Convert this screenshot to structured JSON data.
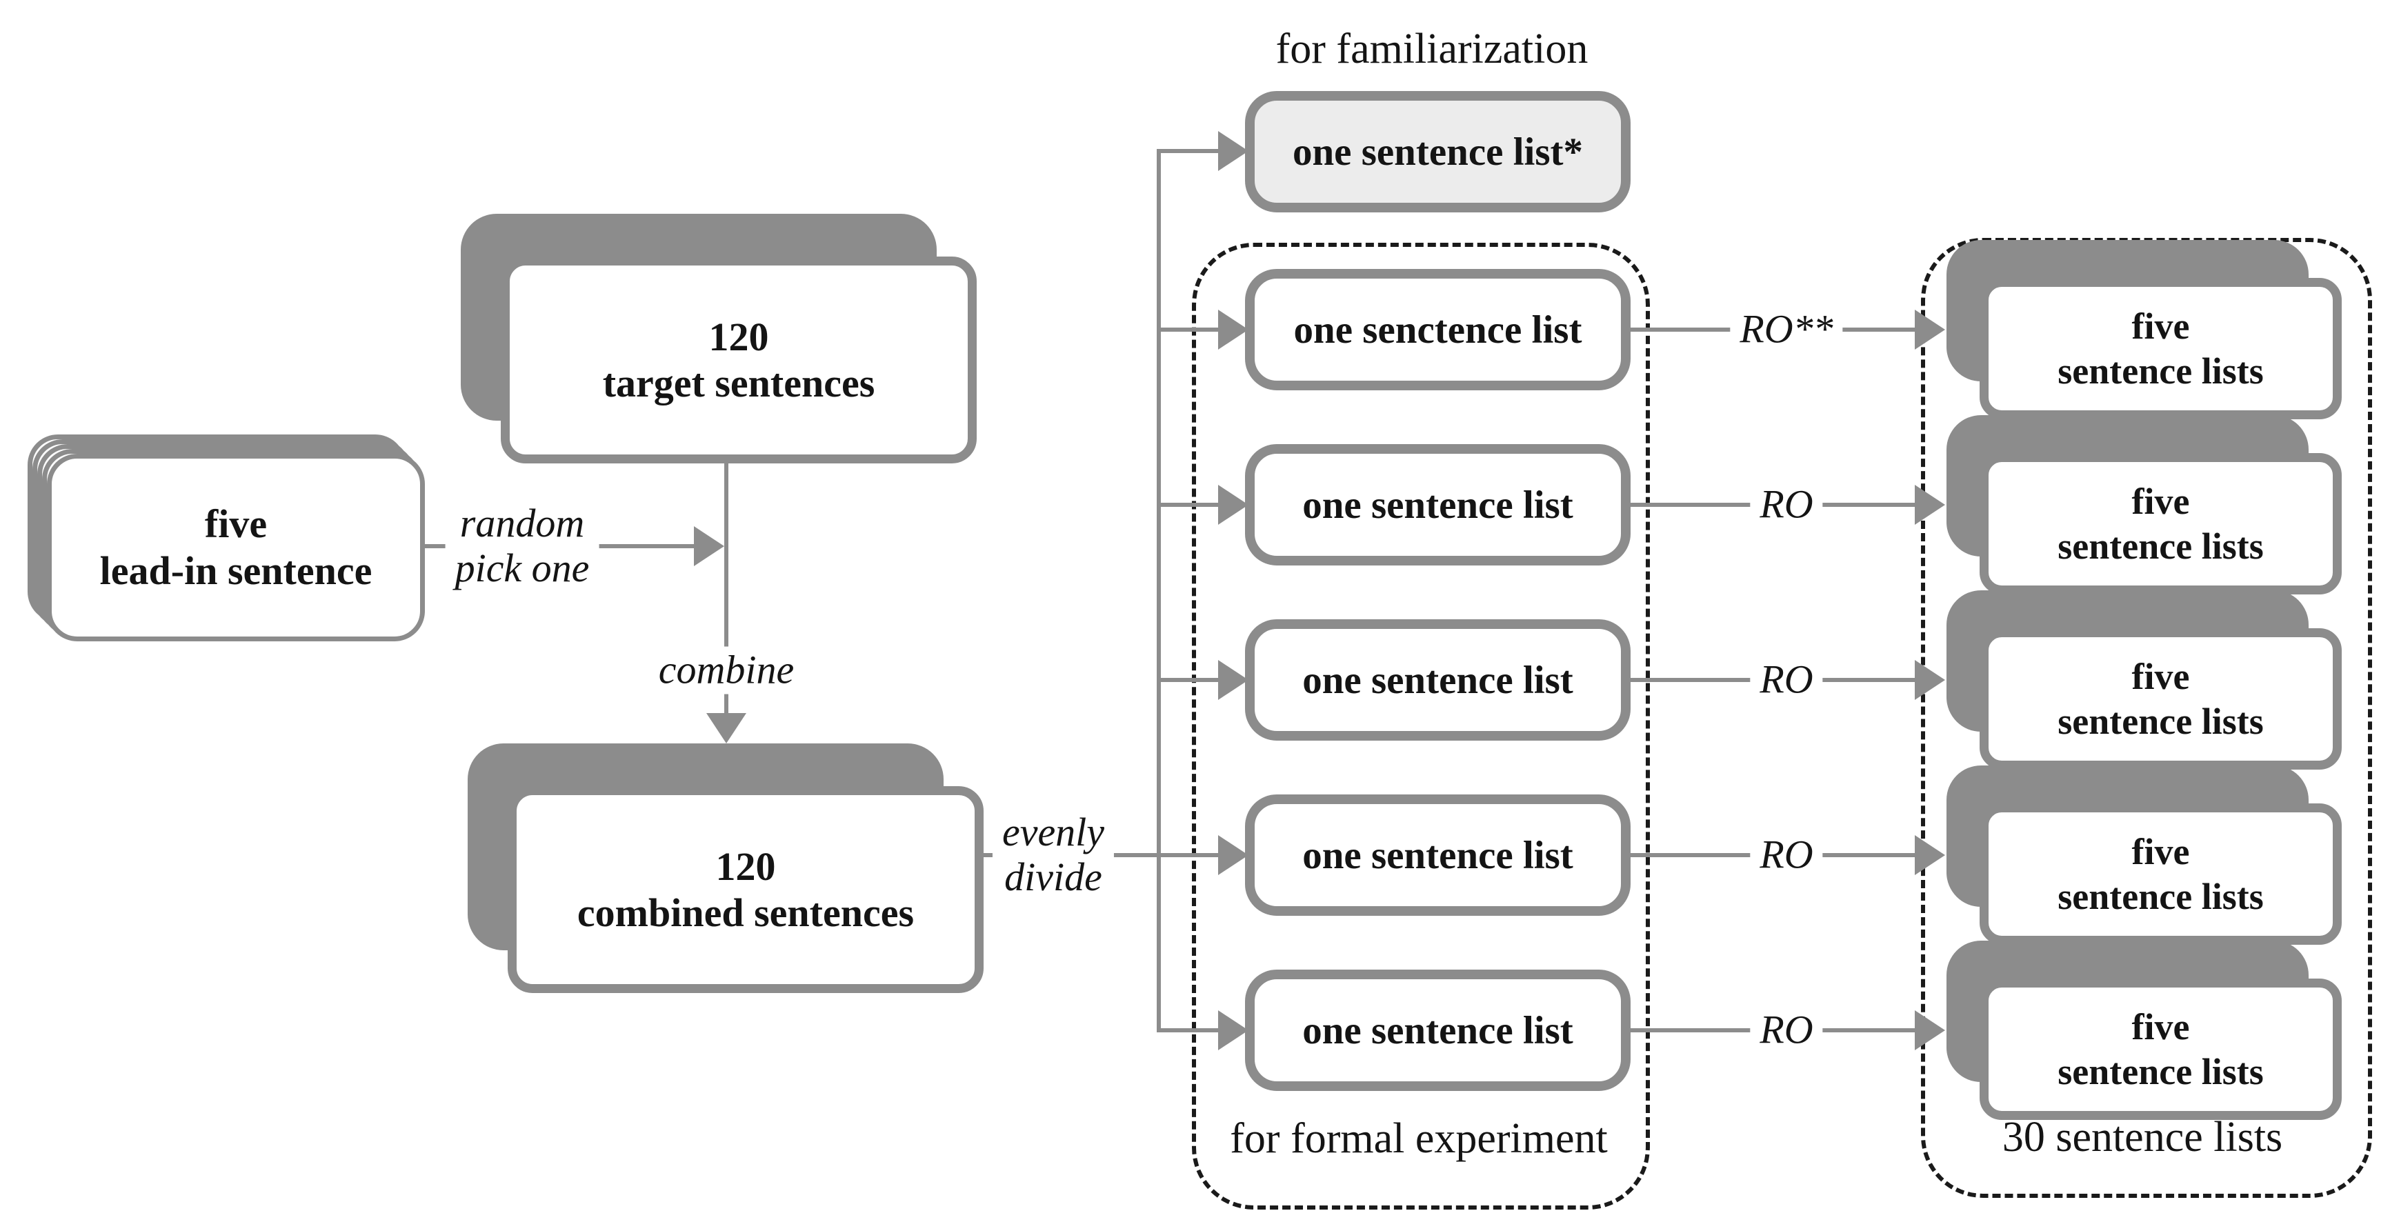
{
  "colors": {
    "gray": "#8c8c8c",
    "box_fill": "#ffffff",
    "familiarization_fill": "#ececec",
    "dash": "#1a1a1a",
    "text": "#141414"
  },
  "stack": {
    "line1": "five",
    "line2": "lead-in sentence"
  },
  "target": {
    "line1": "120",
    "line2": "target sentences"
  },
  "combined": {
    "line1": "120",
    "line2": "combined sentences"
  },
  "flow_labels": {
    "random_pick_line1": "random",
    "random_pick_line2": "pick one",
    "combine": "combine",
    "evenly_line1": "evenly",
    "evenly_line2": "divide"
  },
  "familiarization": {
    "caption": "for familiarization",
    "box_label": "one sentence list*"
  },
  "formal": {
    "caption": "for formal experiment",
    "boxes": [
      {
        "label": "one senctence list"
      },
      {
        "label": "one sentence list"
      },
      {
        "label": "one sentence list"
      },
      {
        "label": "one sentence list"
      },
      {
        "label": "one sentence list"
      }
    ]
  },
  "ro_labels": [
    {
      "text": "RO**"
    },
    {
      "text": "RO"
    },
    {
      "text": "RO"
    },
    {
      "text": "RO"
    },
    {
      "text": "RO"
    }
  ],
  "outputs": {
    "caption": "30 sentence lists",
    "boxes": [
      {
        "line1": "five",
        "line2": "sentence lists"
      },
      {
        "line1": "five",
        "line2": "sentence lists"
      },
      {
        "line1": "five",
        "line2": "sentence lists"
      },
      {
        "line1": "five",
        "line2": "sentence lists"
      },
      {
        "line1": "five",
        "line2": "sentence lists"
      }
    ]
  }
}
